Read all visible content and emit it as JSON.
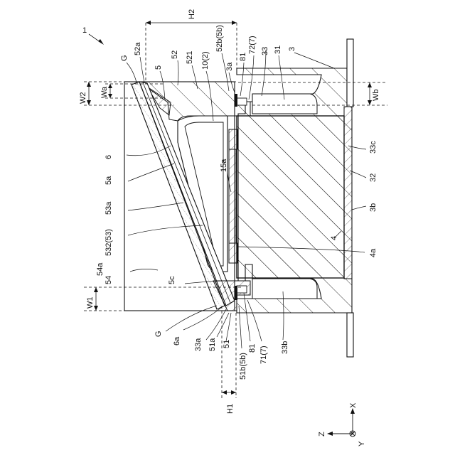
{
  "figure": {
    "ref_assembly": "1",
    "labels": {
      "G_top": "G",
      "l52a": "52a",
      "l5": "5",
      "l52": "52",
      "l521": "521",
      "l10_2": "10(2)",
      "l52b_5b": "52b(5b)",
      "l72_7": "72(7)",
      "l3a": "3a",
      "l81_top": "81",
      "l33": "33",
      "l31": "31",
      "l3": "3",
      "l6": "6",
      "l5a": "5a",
      "l53a": "53a",
      "l532": "532(53)",
      "l54a": "54a",
      "l54": "54",
      "l5c": "5c",
      "l15a": "15a",
      "l4": "4",
      "l4a": "4a",
      "l33c": "33c",
      "l32": "32",
      "l3b": "3b",
      "G_bottom": "G",
      "l6a": "6a",
      "l33a": "33a",
      "l51a": "51a",
      "l51": "51",
      "l51b_5b": "51b(5b)",
      "l81_bottom": "81",
      "l71_7": "71(7)",
      "l33b": "33b"
    },
    "dimensions": {
      "H2": "H2",
      "W2": "W2",
      "Wa": "Wa",
      "Wb": "Wb",
      "W1": "W1",
      "H1": "H1"
    },
    "axes": {
      "x": "X",
      "y": "Y",
      "z": "Z"
    }
  }
}
